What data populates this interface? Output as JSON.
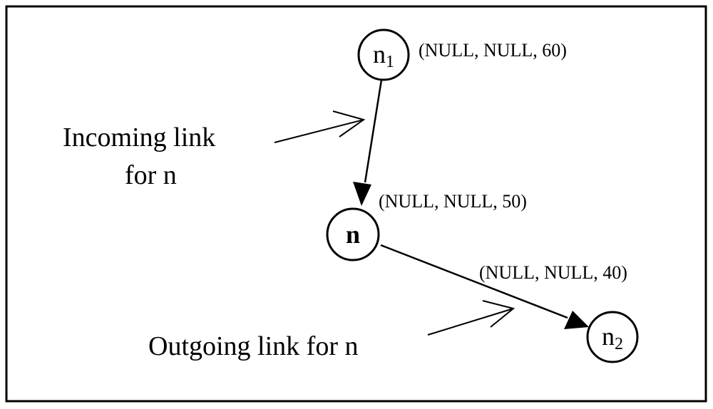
{
  "nodes": {
    "n1": {
      "name": "n",
      "subscript": "1",
      "tuple": "(NULL, NULL, 60)"
    },
    "n": {
      "name": "n",
      "tuple": "(NULL, NULL, 50)"
    },
    "n2": {
      "name": "n",
      "subscript": "2",
      "tuple": "(NULL, NULL, 40)"
    }
  },
  "callouts": {
    "incoming": {
      "line1": "Incoming link",
      "line2": "for n"
    },
    "outgoing": {
      "text": "Outgoing link for n"
    }
  }
}
